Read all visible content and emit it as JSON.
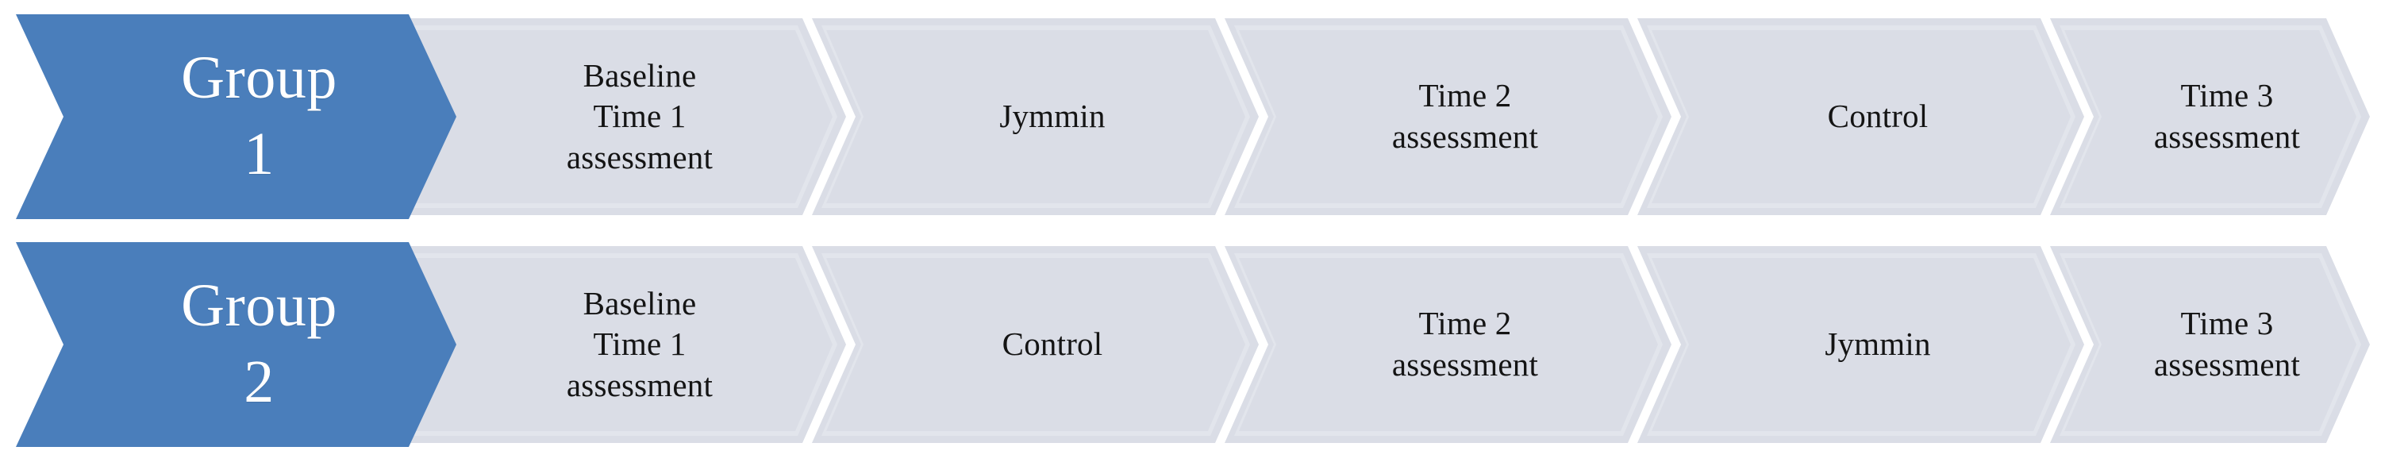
{
  "diagram": {
    "type": "process-flow-chevron",
    "title": "",
    "colors": {
      "group_chevron_fill": "#4a7ebb",
      "step_chevron_fill": "#dadde6",
      "step_chevron_inner_highlight": "#e2e5ec",
      "step_chevron_edge": "#ced2dd",
      "separator": "#ffffff",
      "group_text": "#ffffff",
      "step_text": "#141414",
      "background": "#ffffff"
    },
    "rows": [
      {
        "id": "group-1",
        "group_label": "Group\n1",
        "steps": [
          {
            "id": "g1-s1",
            "label": "Baseline\nTime 1\nassessment"
          },
          {
            "id": "g1-s2",
            "label": "Jymmin"
          },
          {
            "id": "g1-s3",
            "label": "Time 2\nassessment"
          },
          {
            "id": "g1-s4",
            "label": "Control"
          },
          {
            "id": "g1-s5",
            "label": "Time 3\nassessment"
          }
        ]
      },
      {
        "id": "group-2",
        "group_label": "Group\n2",
        "steps": [
          {
            "id": "g2-s1",
            "label": "Baseline\nTime 1\nassessment"
          },
          {
            "id": "g2-s2",
            "label": "Control"
          },
          {
            "id": "g2-s3",
            "label": "Time 2\nassessment"
          },
          {
            "id": "g2-s4",
            "label": "Jymmin"
          },
          {
            "id": "g2-s5",
            "label": "Time 3\nassessment"
          }
        ]
      }
    ]
  }
}
